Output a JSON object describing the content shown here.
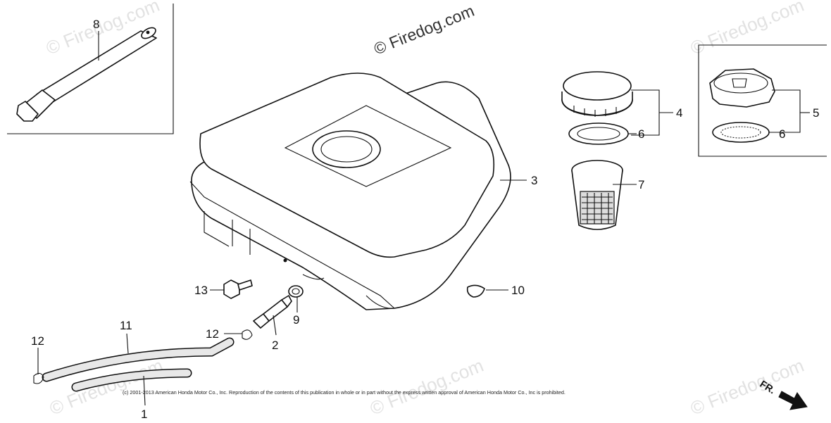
{
  "watermarks": {
    "primary": "© Firedog.com",
    "faint": "© Firedog.com"
  },
  "callouts": [
    "8",
    "4",
    "6",
    "5",
    "6",
    "3",
    "7",
    "13",
    "9",
    "10",
    "11",
    "12",
    "12",
    "2",
    "1"
  ],
  "copyright": "(c) 2001-2013 American Honda Motor Co., Inc. Reproduction of the contents of this publication in whole or in part without the express written approval of American Honda Motor Co., Inc is prohibited.",
  "direction_marker": "FR."
}
